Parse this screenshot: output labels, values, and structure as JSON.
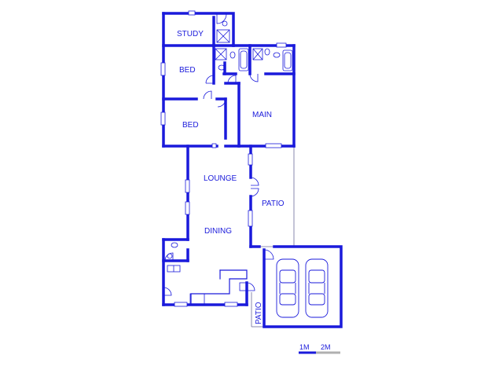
{
  "rooms": {
    "study": "STUDY",
    "bed_top": "BED",
    "bed_bottom": "BED",
    "main": "MAIN",
    "lounge": "LOUNGE",
    "dining": "DINING",
    "patio_right": "PATIO",
    "patio_bottom": "PATIO"
  },
  "scale": {
    "label_1": "1M",
    "label_2": "2M"
  },
  "colors": {
    "wall": "#1a1adb",
    "background": "#ffffff",
    "scale_gray": "#b0b0b0"
  }
}
